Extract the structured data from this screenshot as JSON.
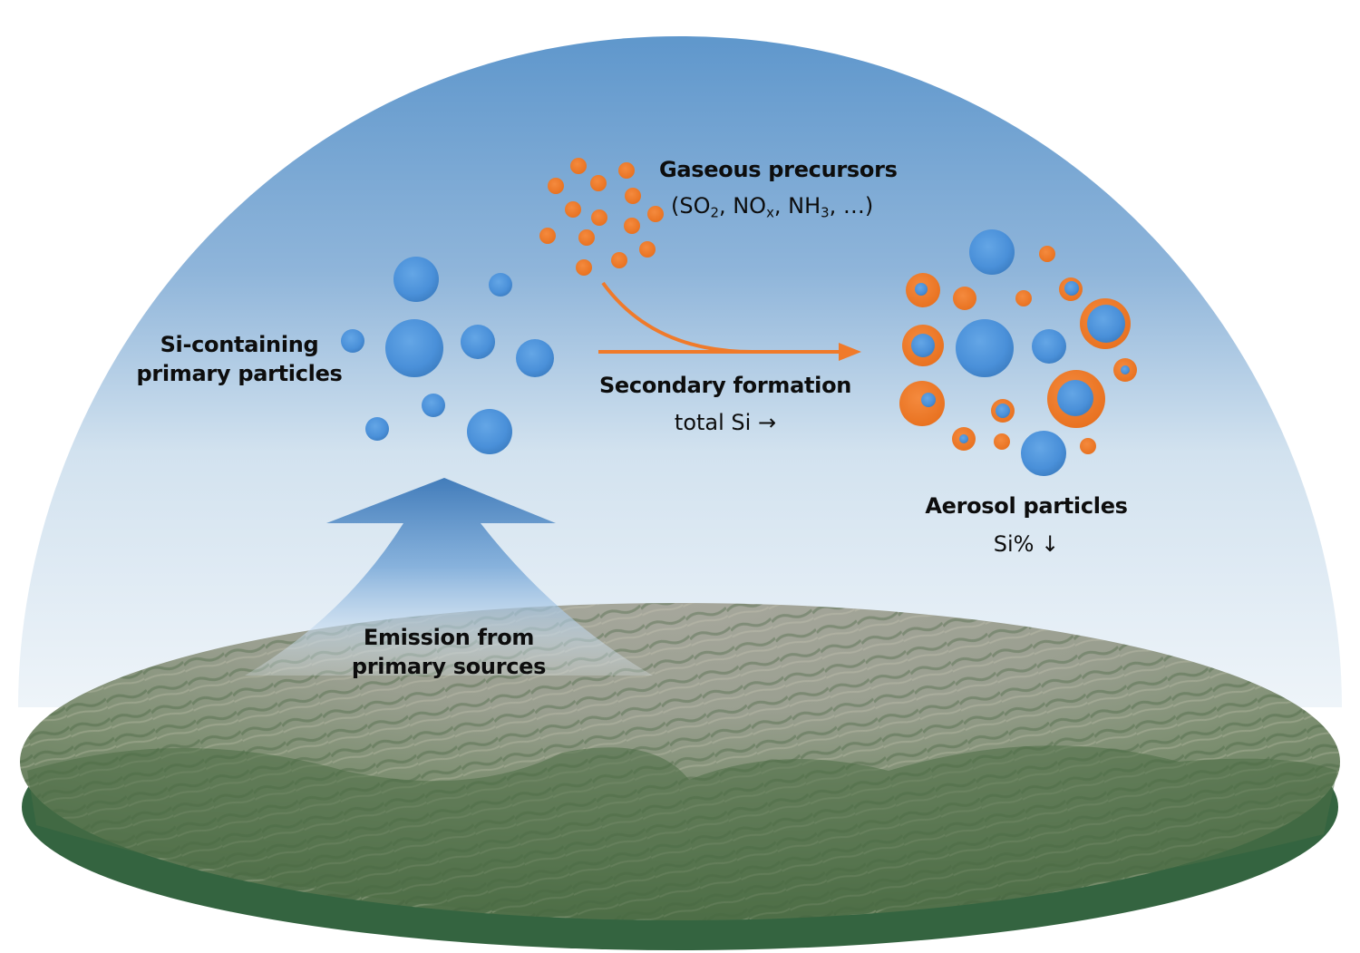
{
  "diagram": {
    "title": "Secondary formation of aerosol particles from Si-containing primary particles",
    "colors": {
      "sky_top": "#5f97cc",
      "sky_bottom": "#eef4f9",
      "primary_particle": "#4a90d9",
      "secondary_coating": "#f07a2a",
      "ground_rim": "#346440",
      "ground_terrain": "#6f8c6a",
      "emission_arrow": "#4f86c2"
    },
    "labels": {
      "gaseous_precursors_title": "Gaseous precursors",
      "gaseous_precursors_species": {
        "open": "(",
        "so": "SO",
        "so_sub": "2",
        "sep1": ", NO",
        "no_sub": "x",
        "sep2": ", NH",
        "nh_sub": "3",
        "tail": ", …)"
      },
      "primary_particles_line1": "Si-containing",
      "primary_particles_line2": "primary particles",
      "secondary_formation": "Secondary formation",
      "total_si": "total Si →",
      "aerosol_particles": "Aerosol particles",
      "si_percent": "Si% ↓",
      "emission_line1": "Emission from",
      "emission_line2": "primary sources"
    },
    "nodes": [
      {
        "id": "gaseous-precursors",
        "kind": "orange droplets cluster"
      },
      {
        "id": "primary-particles",
        "kind": "blue particle cluster"
      },
      {
        "id": "aerosol-particles",
        "kind": "blue cores with orange coatings"
      },
      {
        "id": "ground",
        "kind": "satellite terrain disc"
      }
    ],
    "edges": [
      {
        "from": "ground",
        "to": "primary-particles",
        "label": "Emission from primary sources"
      },
      {
        "from": "primary-particles",
        "to": "aerosol-particles",
        "label": "Secondary formation"
      },
      {
        "from": "gaseous-precursors",
        "to": "aerosol-particles",
        "label": ""
      }
    ]
  }
}
